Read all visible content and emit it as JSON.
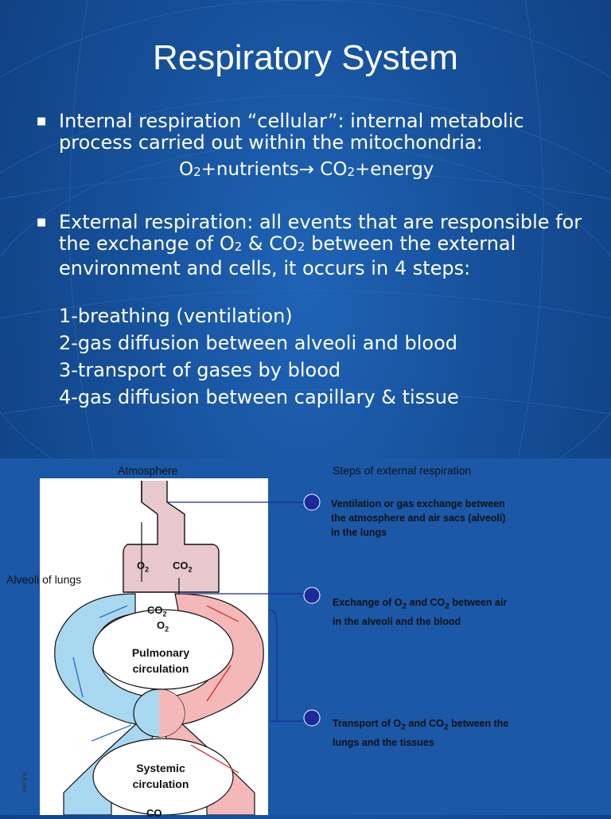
{
  "slide": {
    "title": "Respiratory System",
    "bullets": [
      {
        "text": "Internal respiration “cellular”: internal metabolic process carried out within the mitochondria:"
      },
      {
        "text_parts": [
          "External respiration: all events that are responsible for the exchange of O",
          "2",
          "  & CO",
          "2",
          " between the external environment and cells, it occurs in 4 steps:"
        ]
      }
    ],
    "formula": {
      "o2": "O",
      "sub2": "2",
      "mid": "+nutrients",
      "arrow": "→",
      "co2": " CO",
      "sub2b": "2",
      "end": "+energy"
    },
    "steps": [
      "1-breathing (ventilation)",
      "2-gas diffusion between alveoli and blood",
      "3-transport of gases by blood",
      "4-gas diffusion between capillary & tissue"
    ]
  },
  "figure": {
    "atmosphere_label": "Atmosphere",
    "steps_header": "Steps of external respiration",
    "alveoli_label": "Alveoli of lungs",
    "pulmonary_label": [
      "Pulmonary",
      "circulation"
    ],
    "systemic_label": [
      "Systemic",
      "circulation"
    ],
    "step1_lines": [
      "Ventilation or gas exchange between",
      "the atmosphere and air sacs (alveoli)",
      "in the lungs"
    ],
    "step2_lines": [
      "Exchange of O",
      "2",
      " and CO",
      "2",
      " between air",
      "in the alveoli and the blood"
    ],
    "step3_lines": [
      "Transport of O",
      "2",
      " and CO",
      "2",
      " between the",
      "lungs and the tissues"
    ],
    "gas_o2": "O",
    "gas_co2": "CO",
    "gas_sub": "2",
    "credit": "earning",
    "colors": {
      "oxygenated": "#f4b8b8",
      "deoxygenated": "#a8d8f0",
      "step_circle": "#1a2a9a",
      "alveoli": "#e8c8cc"
    }
  }
}
